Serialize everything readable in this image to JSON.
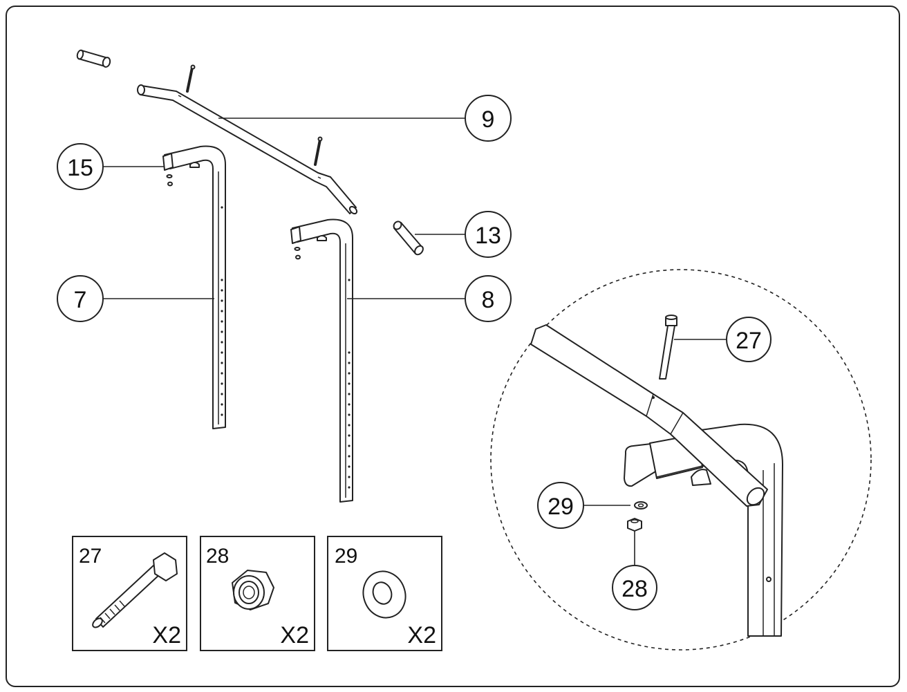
{
  "callouts": {
    "c9": "9",
    "c15": "15",
    "c13": "13",
    "c7": "7",
    "c8": "8",
    "c27": "27",
    "c29": "29",
    "c28": "28"
  },
  "hardware_boxes": [
    {
      "code": "27",
      "qty": "X2",
      "icon": "bolt-icon"
    },
    {
      "code": "28",
      "qty": "X2",
      "icon": "nut-icon"
    },
    {
      "code": "29",
      "qty": "X2",
      "icon": "washer-icon"
    }
  ]
}
